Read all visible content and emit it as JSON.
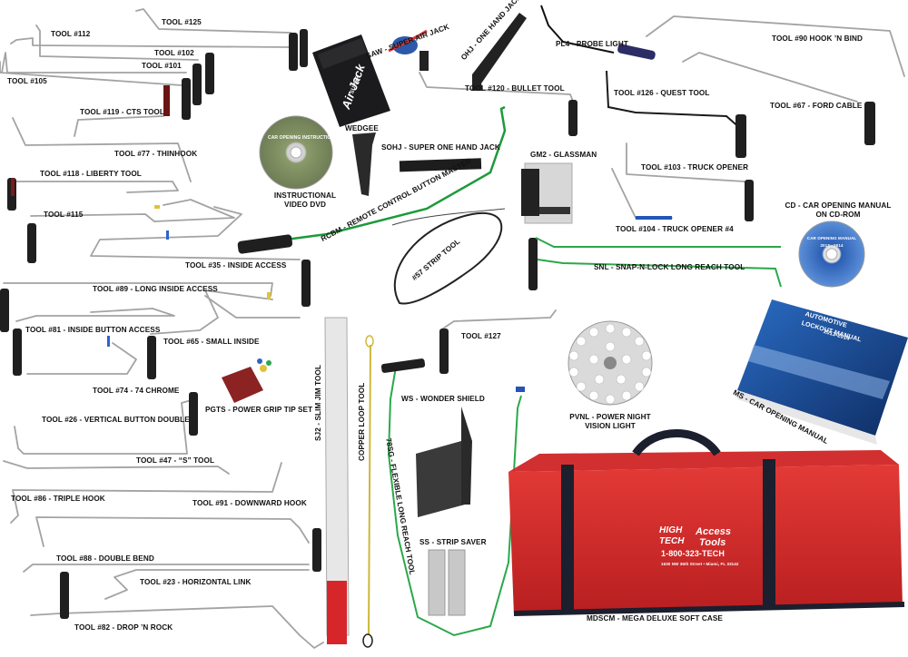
{
  "labels": {
    "tool125": "TOOL #125",
    "tool112": "TOOL #112",
    "tool102": "TOOL #102",
    "tool101": "TOOL #101",
    "tool105": "TOOL #105",
    "tool119": "TOOL #119 - CTS TOOL",
    "tool77": "TOOL #77 - THINHOOK",
    "tool118": "TOOL #118 - LIBERTY TOOL",
    "tool115": "TOOL #115",
    "tool35": "TOOL #35 - INSIDE ACCESS",
    "tool89": "TOOL #89 - LONG INSIDE ACCESS",
    "tool81": "TOOL #81 - INSIDE BUTTON ACCESS",
    "tool65": "TOOL #65 - SMALL INSIDE",
    "tool74": "TOOL #74 - 74 CHROME",
    "tool26": "TOOL #26 - VERTICAL BUTTON DOUBLE",
    "tool47": "TOOL #47 - “S” TOOL",
    "tool86": "TOOL #86 - TRIPLE HOOK",
    "tool91": "TOOL #91 - DOWNWARD HOOK",
    "tool88": "TOOL #88 - DOUBLE BEND",
    "tool23": "TOOL #23 - HORIZONTAL LINK",
    "tool82": "TOOL #82 - DROP ’N ROCK",
    "pgts": "PGTS - POWER GRIP TIP SET",
    "saw": "SAW - SUPER AIR JACK",
    "ohj": "OHJ - ONE HAND JACK",
    "pl4": "PL4 - PROBE LIGHT",
    "tool90": "TOOL #90 HOOK ’N BIND",
    "tool120": "TOOL #120 - BULLET TOOL",
    "tool126": "TOOL #126 - QUEST TOOL",
    "tool67": "TOOL #67 - FORD CABLE",
    "wedgee": "WEDGEE",
    "sohj": "SOHJ - SUPER ONE HAND JACK",
    "gm2": "GM2 - GLASSMAN",
    "tool103": "TOOL #103 - TRUCK OPENER",
    "dvd1": "INSTRUCTIONAL",
    "dvd2": "VIDEO DVD",
    "rcbm": "RCBM - REMOTE CONTROL BUTTON MASTER",
    "tool104": "TOOL #104 - TRUCK OPENER #4",
    "cd1": "CD - CAR OPENING MANUAL",
    "cd2": "ON CD-ROM",
    "strip": "#57 STRIP TOOL",
    "snl": "SNL - SNAP-N-LOCK LONG REACH TOOL",
    "tool127": "TOOL #127",
    "pvnl1": "PVNL - POWER NIGHT",
    "pvnl2": "VISION LIGHT",
    "ms": "MS - CAR OPENING MANUAL",
    "sj2": "SJ2 - SLIM JIM TOOL",
    "copper": "COPPER LOOP TOOL",
    "ws": "WS - WONDER SHIELD",
    "flrt": "78SG - FLEXIBLE LONG REACH TOOL",
    "ss": "SS - STRIP SAVER",
    "mdscm": "MDSCM - MEGA DELUXE SOFT CASE"
  },
  "product_text": {
    "airjack_super": "SUPER",
    "airjack_name": "Air Jack",
    "case_brand1": "HIGH",
    "case_brand2": "TECH",
    "case_brand3": "Access",
    "case_brand4": "Tools",
    "case_phone": "1-800-323-TECH",
    "case_address": "1630 NW 36th Street • Miami, FL 33142",
    "manual_title1": "AUTOMOTIVE",
    "manual_title2": "LOCKOUT MANUAL",
    "manual_years": "2013-2014",
    "cd_title": "CAR OPENING MANUAL",
    "cd_years": "2013 - 2014",
    "dvd_text": "CAR OPENING INSTRUCTIONAL DVD"
  },
  "colors": {
    "case_red": "#d62a2a",
    "case_strap": "#1b1f2e",
    "wire": "#9a9a9a",
    "handle": "#222222",
    "green_tool": "#2aa84a",
    "copper": "#c9b23a",
    "manual_blue": "#1d4f9a"
  }
}
